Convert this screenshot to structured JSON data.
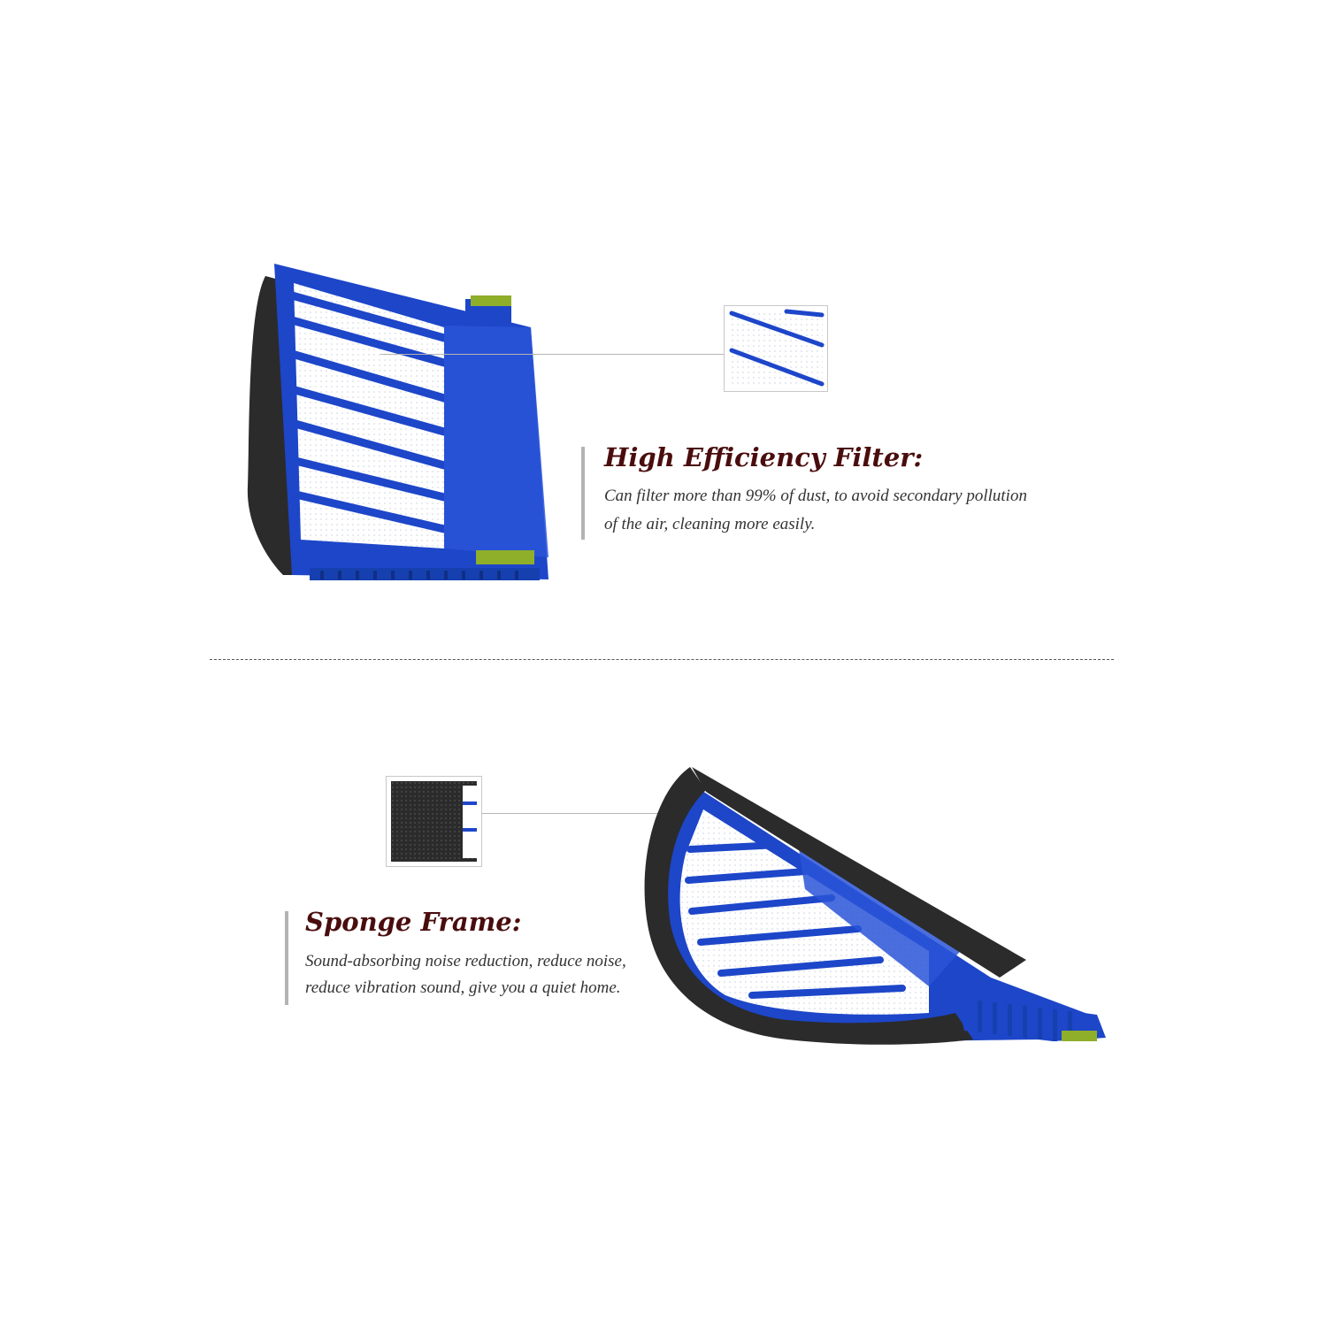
{
  "sections": {
    "filter": {
      "heading": "High Efficiency Filter:",
      "desc_line1": "Can filter more than 99% of dust, to avoid secondary pollution",
      "desc_line2": "of the air, cleaning more easily."
    },
    "sponge": {
      "heading": "Sponge Frame:",
      "desc_line1": "Sound-absorbing noise reduction, reduce noise,",
      "desc_line2": "reduce vibration sound, give you a quiet home."
    }
  },
  "colors": {
    "frame_blue": "#1d46c9",
    "heading": "#4a0d0d",
    "sponge": "#2b2b2b",
    "accent_green": "#8fae2a"
  }
}
